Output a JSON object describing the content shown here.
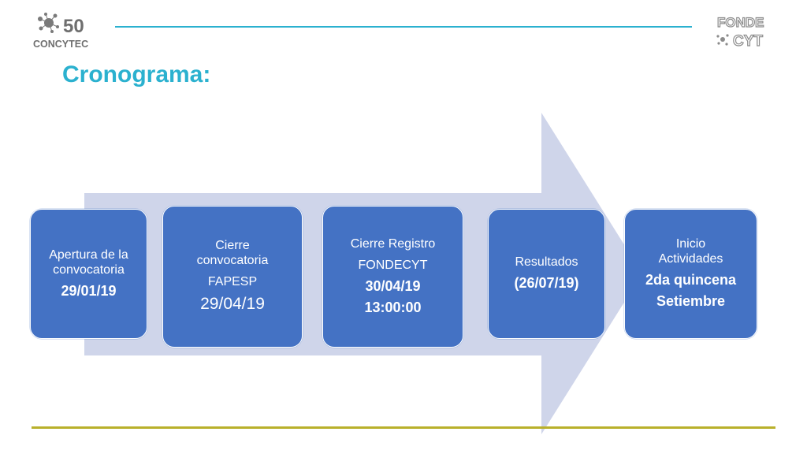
{
  "header": {
    "title": "Cronograma:",
    "logo_left": {
      "number": "50",
      "name": "CONCYTEC",
      "accent": "#6e6e6e"
    },
    "logo_right": {
      "line1": "FONDE",
      "line2": "CYT",
      "accent": "#8c8c8c"
    }
  },
  "colors": {
    "title": "#2bb1cf",
    "box_fill": "#4472c4",
    "arrow_fill": "#cfd5ea",
    "top_rule": "#2bb1cf",
    "bottom_rule": "#b9b02b"
  },
  "timeline": {
    "steps": [
      {
        "label_lines": [
          "Apertura de la",
          "convocatoria"
        ],
        "date": "29/01/19"
      },
      {
        "label_lines": [
          "Cierre",
          "convocatoria"
        ],
        "sub": "FAPESP",
        "date": "29/04/19"
      },
      {
        "label_lines": [
          "Cierre Registro"
        ],
        "sub": "FONDECYT",
        "date": "30/04/19",
        "time": "13:00:00"
      },
      {
        "label_lines": [
          "Resultados"
        ],
        "date": "(26/07/19)"
      },
      {
        "label_lines": [
          "Inicio",
          "Actividades"
        ],
        "date": "2da quincena",
        "date2": "Setiembre"
      }
    ]
  }
}
